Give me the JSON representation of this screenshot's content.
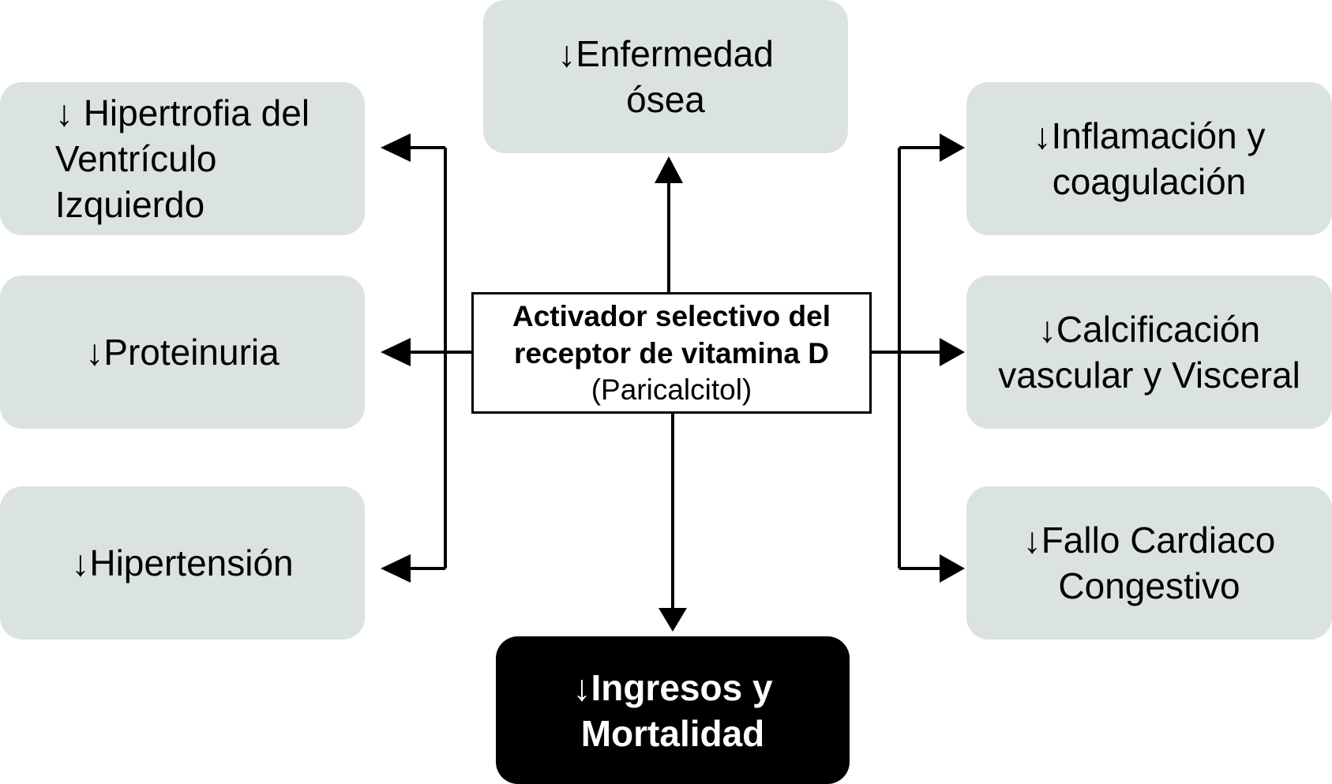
{
  "center": {
    "title": "Activador selectivo del\nreceptor de vitamina D",
    "subtitle": "(Paricalcitol)"
  },
  "top": {
    "label": "↓Enfermedad\nósea"
  },
  "left": [
    {
      "label": "↓ Hipertrofia del\n   Ventrículo\n   Izquierdo"
    },
    {
      "label": "↓Proteinuria"
    },
    {
      "label": "↓Hipertensión"
    }
  ],
  "right": [
    {
      "label": "↓Inflamación y\ncoagulación"
    },
    {
      "label": "↓Calcificación\nvascular y Visceral"
    },
    {
      "label": "↓Fallo Cardiaco\nCongestivo"
    }
  ],
  "bottom": {
    "label": "↓Ingresos y\nMortalidad"
  },
  "colors": {
    "box_fill": "#dbe3e0",
    "result_fill": "#000000",
    "result_text": "#ffffff",
    "line": "#000000"
  }
}
